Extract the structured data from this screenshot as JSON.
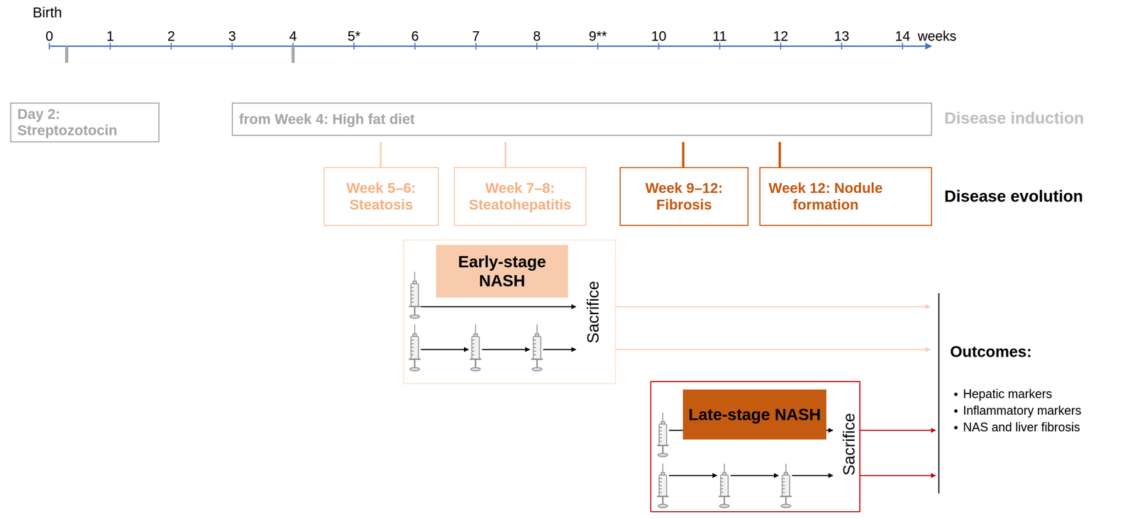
{
  "diagram": {
    "nodes": [
      {
        "text": [
          "Day 2: Streptozotocin"
        ]
      },
      {
        "text": [
          "from Week 4: High fat diet"
        ]
      },
      {
        "text": [
          "Week 5–6: Steatosis"
        ]
      },
      {
        "text": [
          "Week 7–8: Steatohepatitis"
        ]
      },
      {
        "text": [
          "Week 9–12: Fibrosis"
        ]
      },
      {
        "text": [
          "Week 12: Nodule formation"
        ]
      },
      {
        "text": [
          "Sacrifice"
        ]
      },
      {
        "text": [
          "Early-stage NASH"
        ],
        "in": 6
      },
      {
        "text": [
          "Sacrifice"
        ]
      },
      {
        "text": [
          "Late-stage NASH"
        ],
        "in": 8
      }
    ],
    "labels": [
      "Birth",
      "0",
      "1",
      "2",
      "3",
      "4",
      "5*",
      "6",
      "7",
      "8",
      "9**",
      "10",
      "11",
      "12",
      "13",
      "14",
      "weeks",
      "Disease induction",
      "Disease evolution",
      "Outcomes:",
      "Hepatic markers",
      "Inflammatory markers",
      "NAS and liver fibrosis"
    ]
  }
}
